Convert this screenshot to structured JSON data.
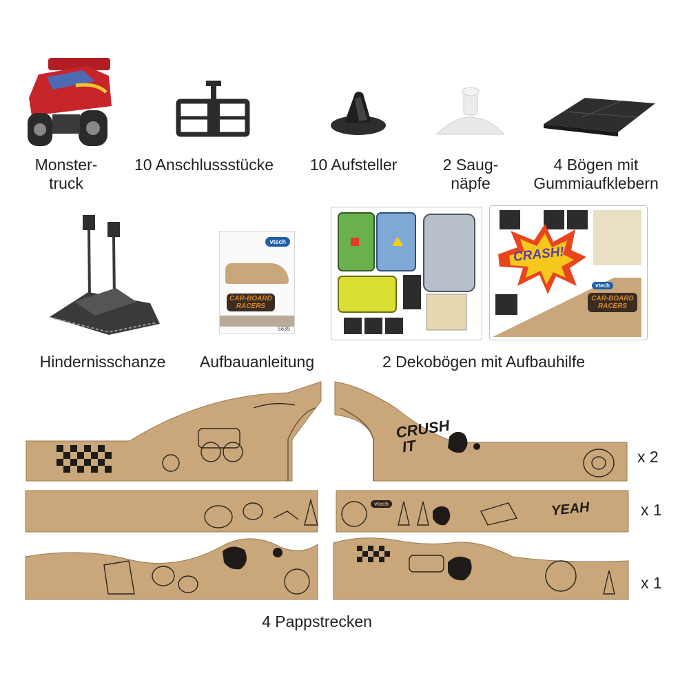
{
  "items": {
    "monstertruck": [
      "Monster-",
      "truck"
    ],
    "connectors": "10 Anschlussstücke",
    "stands": "10 Aufsteller",
    "suction_cups": [
      "2 Saug-",
      "näpfe"
    ],
    "rubber_sheets": [
      "4 Bögen mit",
      "Gummiaufklebern"
    ],
    "ramp": "Hindernisschanze",
    "manual": "Aufbauanleitung",
    "deco_sheets": "2 Dekobögen mit Aufbauhilfe",
    "tracks": "4 Pappstrecken"
  },
  "quantities": [
    "x 2",
    "x 1",
    "x 1"
  ],
  "manual_cover": {
    "brand": "vtech",
    "product": [
      "CAR-BOARD",
      "RACERS"
    ],
    "code": "5639"
  },
  "deco_text": {
    "crash": "CRASH!",
    "brand": "vtech",
    "product": [
      "CAR-BOARD",
      "RACERS"
    ]
  },
  "track_text": {
    "crush_it": [
      "CRUSH",
      "IT"
    ],
    "yeah": "YEAH",
    "brand": "vtech"
  },
  "colors": {
    "cardboard": "#c9a77a",
    "ink": "#1e1b18",
    "truck_red": "#c8252a",
    "barrel_green": "#6ab04c",
    "barrel_blue": "#7fa8d6",
    "barrel_yellow": "#d9df33"
  }
}
